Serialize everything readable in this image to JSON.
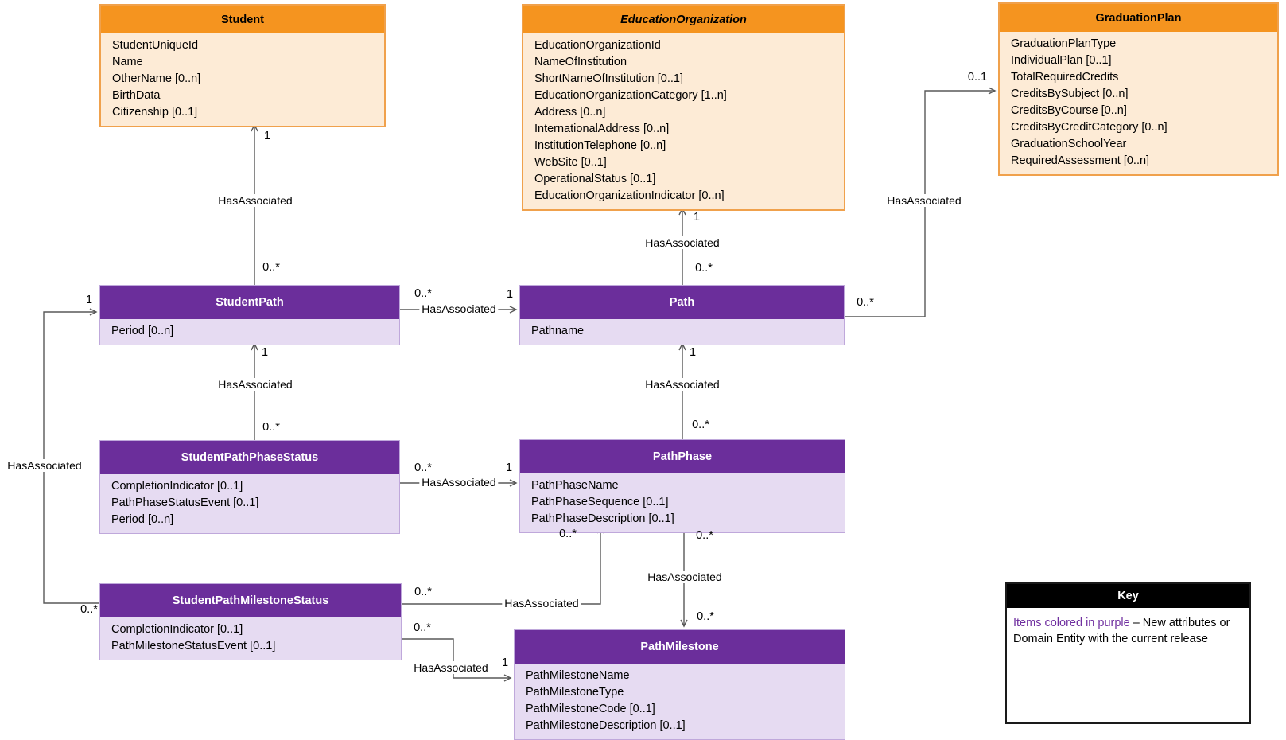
{
  "entities": {
    "student": {
      "title": "Student",
      "attributes": [
        "StudentUniqueId",
        "Name",
        "OtherName [0..n]",
        "BirthData",
        "Citizenship [0..1]"
      ]
    },
    "education_organization": {
      "title": "EducationOrganization",
      "attributes": [
        "EducationOrganizationId",
        "NameOfInstitution",
        "ShortNameOfInstitution [0..1]",
        "EducationOrganizationCategory [1..n]",
        "Address [0..n]",
        "InternationalAddress [0..n]",
        "InstitutionTelephone [0..n]",
        "WebSite [0..1]",
        "OperationalStatus [0..1]",
        "EducationOrganizationIndicator [0..n]"
      ]
    },
    "graduation_plan": {
      "title": "GraduationPlan",
      "attributes": [
        "GraduationPlanType",
        "IndividualPlan [0..1]",
        "TotalRequiredCredits",
        "CreditsBySubject [0..n]",
        "CreditsByCourse [0..n]",
        "CreditsByCreditCategory [0..n]",
        "GraduationSchoolYear",
        "RequiredAssessment [0..n]"
      ]
    },
    "student_path": {
      "title": "StudentPath",
      "attributes": [
        "Period [0..n]"
      ]
    },
    "path": {
      "title": "Path",
      "attributes": [
        "Pathname"
      ]
    },
    "student_path_phase_status": {
      "title": "StudentPathPhaseStatus",
      "attributes": [
        "CompletionIndicator [0..1]",
        "PathPhaseStatusEvent [0..1]",
        "Period [0..n]"
      ]
    },
    "path_phase": {
      "title": "PathPhase",
      "attributes": [
        "PathPhaseName",
        "PathPhaseSequence [0..1]",
        "PathPhaseDescription [0..1]"
      ]
    },
    "student_path_milestone_status": {
      "title": "StudentPathMilestoneStatus",
      "attributes": [
        "CompletionIndicator [0..1]",
        "PathMilestoneStatusEvent [0..1]"
      ]
    },
    "path_milestone": {
      "title": "PathMilestone",
      "attributes": [
        "PathMilestoneName",
        "PathMilestoneType",
        "PathMilestoneCode [0..1]",
        "PathMilestoneDescription [0..1]"
      ]
    }
  },
  "associations": {
    "studentpath_student": {
      "label": "HasAssociated",
      "from_card": "0..*",
      "to_card": "1"
    },
    "studentpath_path": {
      "label": "HasAssociated",
      "from_card": "0..*",
      "to_card": "1"
    },
    "path_educationorganization": {
      "label": "HasAssociated",
      "from_card": "0..*",
      "to_card": "1"
    },
    "path_graduationplan": {
      "label": "HasAssociated",
      "from_card": "0..*",
      "to_card": "0..1"
    },
    "spms_studentpath_left": {
      "label": "HasAssociated",
      "from_card": "0..*",
      "to_card": "1"
    },
    "spps_studentpath": {
      "label": "HasAssociated",
      "from_card": "0..*",
      "to_card": "1"
    },
    "spps_pathphase": {
      "label": "HasAssociated",
      "from_card": "0..*",
      "to_card": "1"
    },
    "pathphase_path": {
      "label": "HasAssociated",
      "from_card": "0..*",
      "to_card": "1"
    },
    "spms_pathphase": {
      "label": "HasAssociated",
      "from_card": "0..*",
      "to_card": "0..*"
    },
    "pathphase_pathmilestone": {
      "label": "HasAssociated",
      "from_card": "0..*",
      "to_card": "0..*"
    },
    "spms_pathmilestone": {
      "label": "HasAssociated",
      "from_card": "0..*",
      "to_card": "1"
    }
  },
  "key": {
    "title": "Key",
    "legend_purple": "Items colored in purple ",
    "legend_rest": "– New attributes or Domain Entity with the current release"
  },
  "colors": {
    "orange_header": "#F5941F",
    "orange_body": "#FDEBD6",
    "purple_header": "#6B2E9B",
    "purple_body": "#E6DBF2",
    "line": "#595959",
    "key_highlight": "#7030A0"
  }
}
